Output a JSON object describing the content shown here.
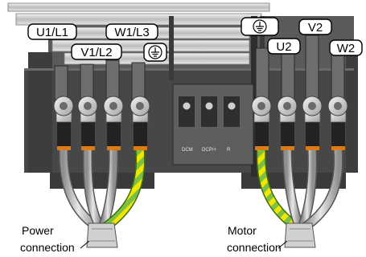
{
  "terminals": {
    "power": [
      "U1/L1",
      "V1/L2",
      "W1/L3"
    ],
    "motor": [
      "U2",
      "V2",
      "W2"
    ],
    "ground_icon": "protective-earth-icon"
  },
  "board_labels": [
    "DCM",
    "DCP/+",
    "R"
  ],
  "captions": {
    "power_line1": "Power",
    "power_line2": "connection",
    "motor_line1": "Motor",
    "motor_line2": "connection"
  },
  "colors": {
    "housing": "#4a4a4a",
    "housing_light": "#8a8a8a",
    "lug": "#cfcfcf",
    "cable_sleeve": "#222222",
    "cable_grey": "#bcbcbc",
    "ground_green": "#7bc043",
    "ground_yellow": "#f2e600",
    "orange_ring": "#e07a10"
  }
}
